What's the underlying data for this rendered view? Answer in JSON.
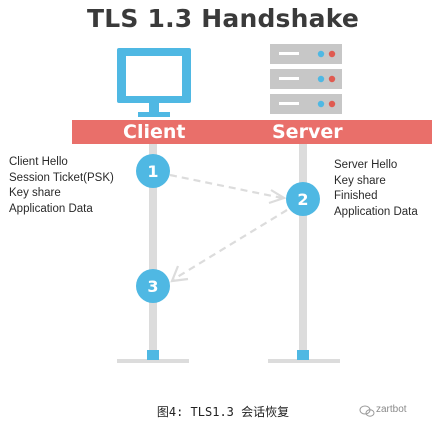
{
  "title": "TLS 1.3 Handshake",
  "lanes": {
    "client": "Client",
    "server": "Server"
  },
  "client_messages": [
    "Client Hello",
    "Session Ticket(PSK)",
    "Key share",
    "Application Data"
  ],
  "server_messages": [
    "Server Hello",
    "Key share",
    "Finished",
    "Application Data"
  ],
  "steps": [
    "1",
    "2",
    "3"
  ],
  "caption": "图4: TLS1.3 会话恢复",
  "watermark": "zartbot",
  "icons": [
    "monitor-icon",
    "server-icon",
    "wechat-icon"
  ],
  "colors": {
    "accent_blue": "#4fb8e3",
    "lane_gray": "#dcdcdc",
    "banner_red": "#e96f6a",
    "server_gray": "#c7c7c7",
    "dot_red": "#e05a50",
    "dot_blue": "#4fb8e3"
  }
}
